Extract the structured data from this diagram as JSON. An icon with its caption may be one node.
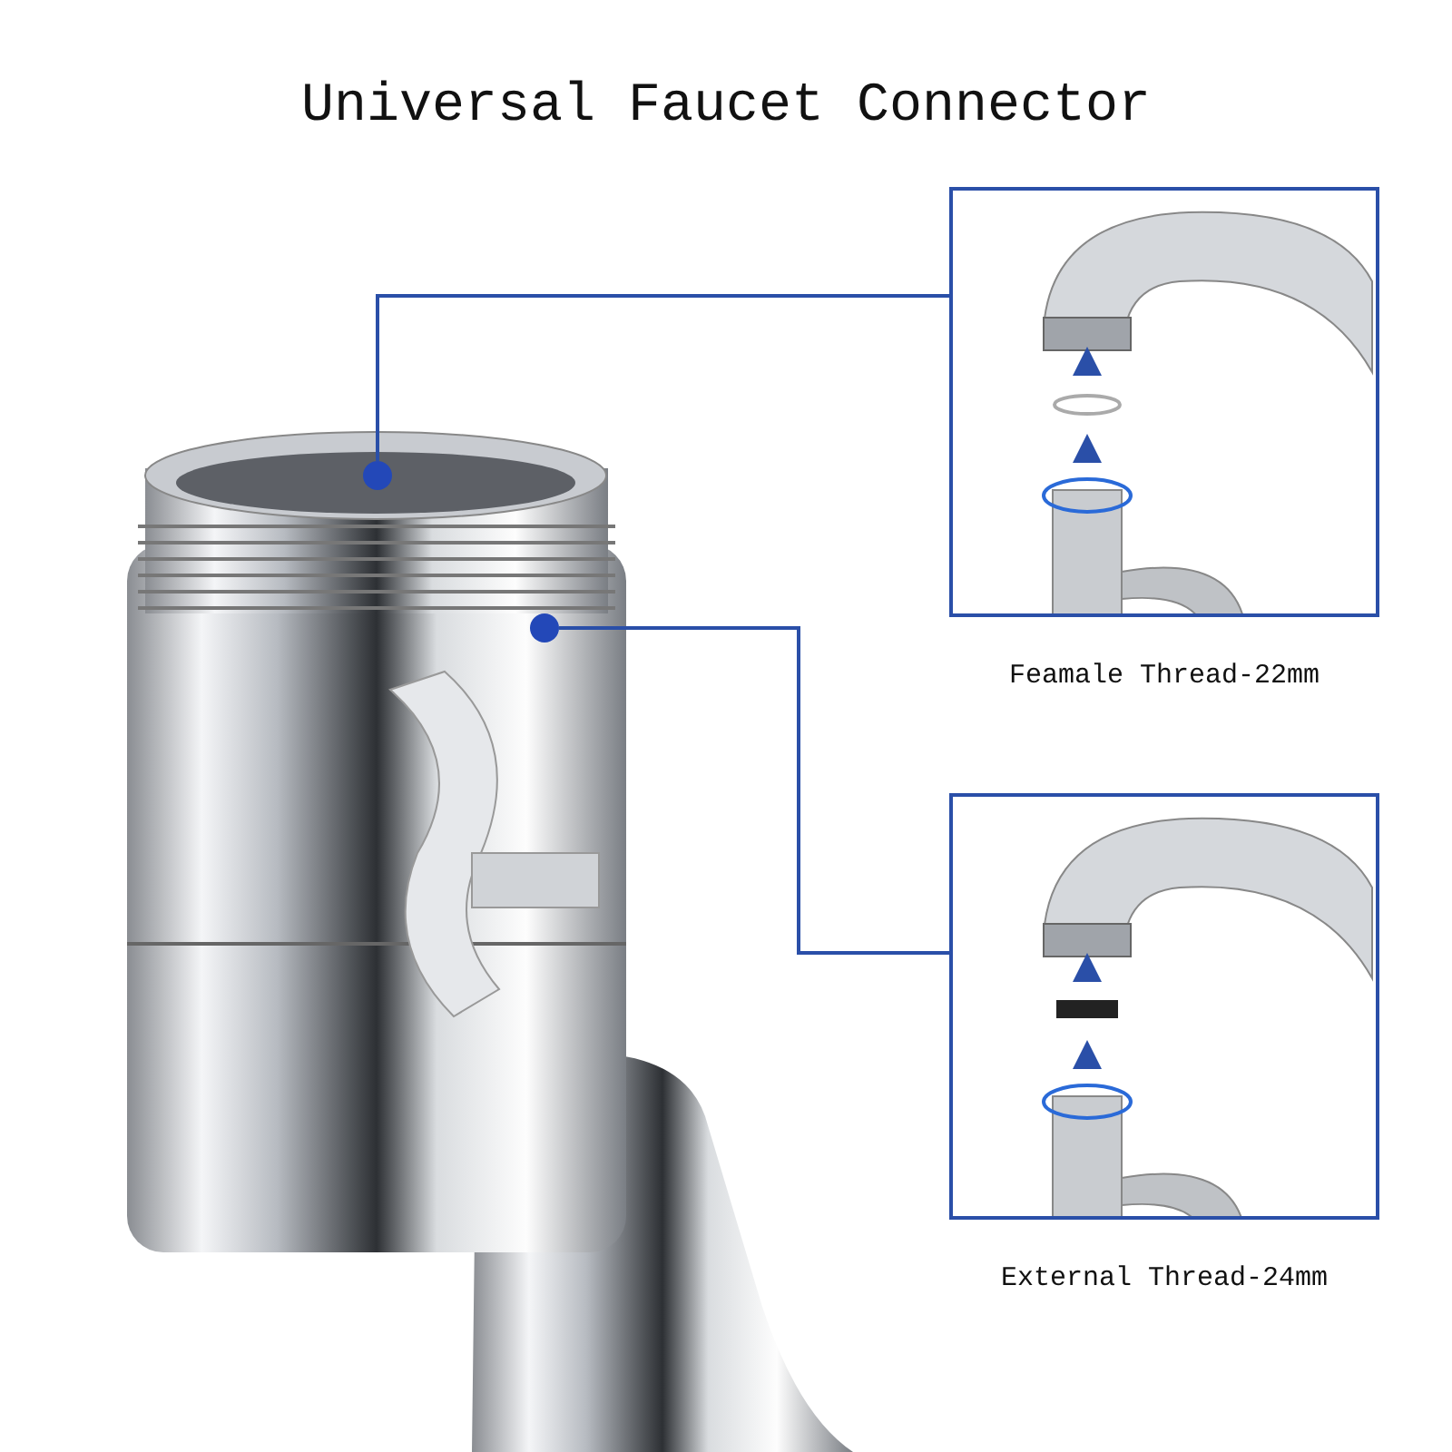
{
  "diagram": {
    "title": "Universal Faucet Connector",
    "nodes": [
      {
        "text": [],
        "shape": "picture",
        "beside": [
          "Feamale Thread-22mm"
        ]
      },
      {
        "text": [],
        "shape": "picture",
        "beside": [
          "External Thread-24mm"
        ]
      },
      {
        "text": [],
        "shape": "circle"
      },
      {
        "text": [],
        "shape": "circle"
      }
    ],
    "edges": [
      {
        "from": 2,
        "to": 0,
        "arrow": "none"
      },
      {
        "from": 3,
        "to": 1,
        "arrow": "none"
      }
    ]
  }
}
